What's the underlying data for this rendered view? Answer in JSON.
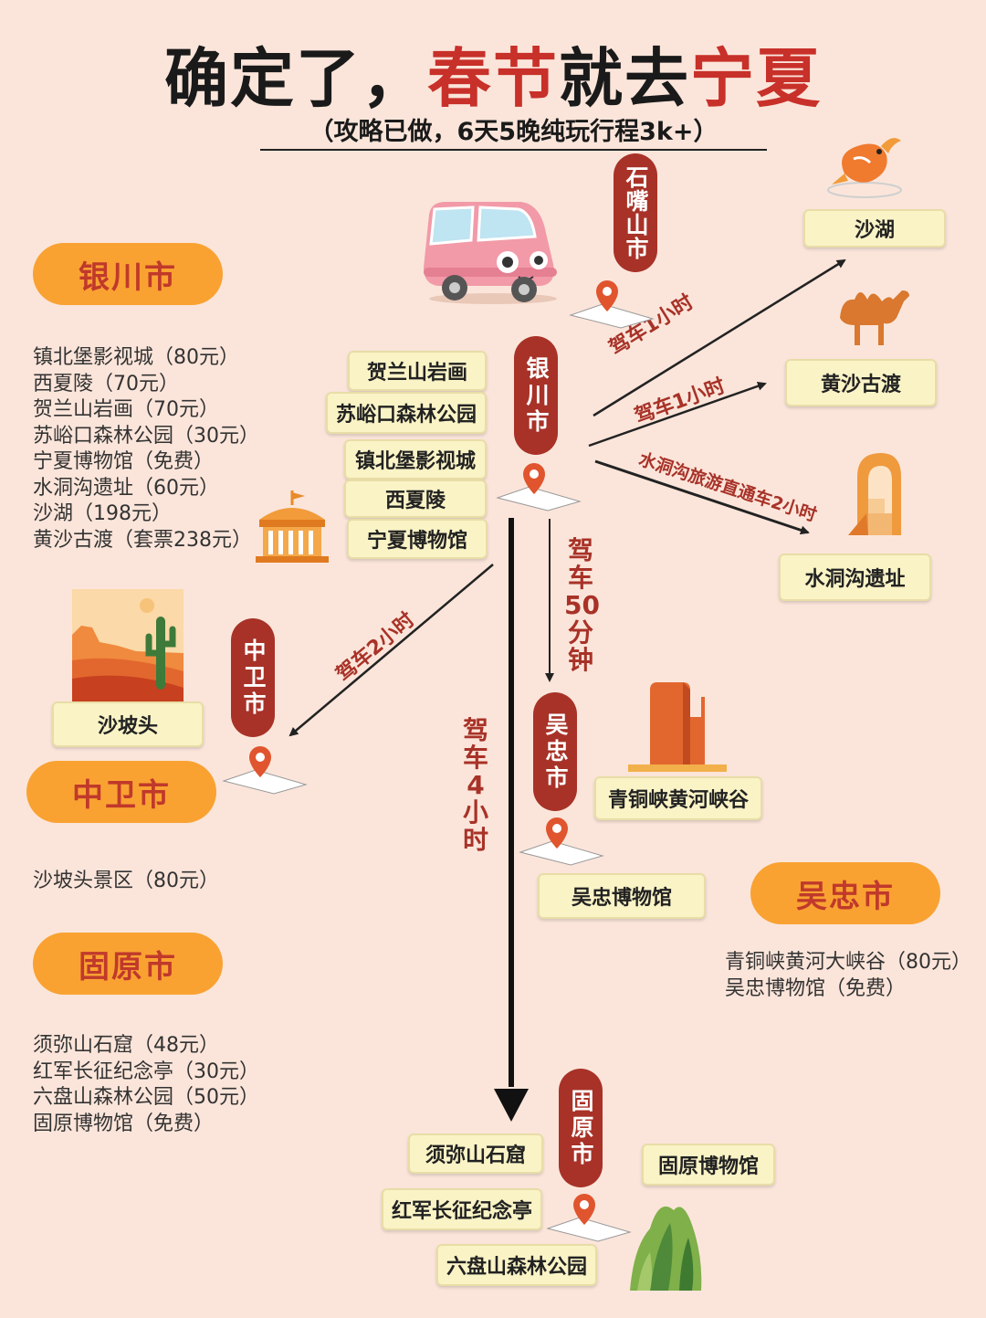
{
  "title": {
    "part1": "确定了，",
    "part2": "春节",
    "part3": "就去",
    "part4": "宁夏"
  },
  "subtitle": "（攻略已做，6天5晚纯玩行程3k+）",
  "sections": {
    "yinchuan": {
      "name": "银川市",
      "items": [
        "镇北堡影视城（80元）",
        "西夏陵（70元）",
        "贺兰山岩画（70元）",
        "苏峪口森林公园（30元）",
        "宁夏博物馆（免费）",
        "水洞沟遗址（60元）",
        "沙湖（198元）",
        "黄沙古渡（套票238元）"
      ]
    },
    "zhongwei": {
      "name": "中卫市",
      "items": [
        "沙坡头景区（80元）"
      ]
    },
    "guyuan": {
      "name": "固原市",
      "items": [
        "须弥山石窟（48元）",
        "红军长征纪念亭（30元）",
        "六盘山森林公园（50元）",
        "固原博物馆（免费）"
      ]
    },
    "wuzhong": {
      "name": "吴忠市",
      "items": [
        "青铜峡黄河大峡谷（80元）",
        "吴忠博物馆（免费）"
      ]
    }
  },
  "map_cities": {
    "shizuishan": "石嘴山市",
    "yinchuan": "银川市",
    "zhongwei": "中卫市",
    "wuzhong": "吴忠市",
    "guyuan": "固原市"
  },
  "spot_tags": {
    "helanshan": "贺兰山岩画",
    "suyukou": "苏峪口森林公园",
    "zhenbeibao": "镇北堡影视城",
    "xixialing": "西夏陵",
    "museum_nx": "宁夏博物馆",
    "shahu": "沙湖",
    "huangsha": "黄沙古渡",
    "shuidonggou": "水洞沟遗址",
    "shapotou": "沙坡头",
    "qingtongxia": "青铜峡黄河峡谷",
    "museum_wz": "吴忠博物馆",
    "xumishan": "须弥山石窟",
    "hongjun": "红军长征纪念亭",
    "liupanshan": "六盘山森林公园",
    "museum_gy": "固原博物馆"
  },
  "routes": {
    "to_shahu": "驾车1小时",
    "to_huangsha": "驾车1小时",
    "to_shuidonggou": "水洞沟旅游直通车2小时",
    "to_zhongwei": "驾车2小时",
    "to_wuzhong": "驾车50分钟",
    "to_guyuan": "驾车4小时"
  },
  "colors": {
    "background": "#FBE5DA",
    "accent_red": "#C8302A",
    "city_red": "#A83228",
    "pill_orange": "#F9A232",
    "tag_yellow": "#FAF3C6"
  }
}
